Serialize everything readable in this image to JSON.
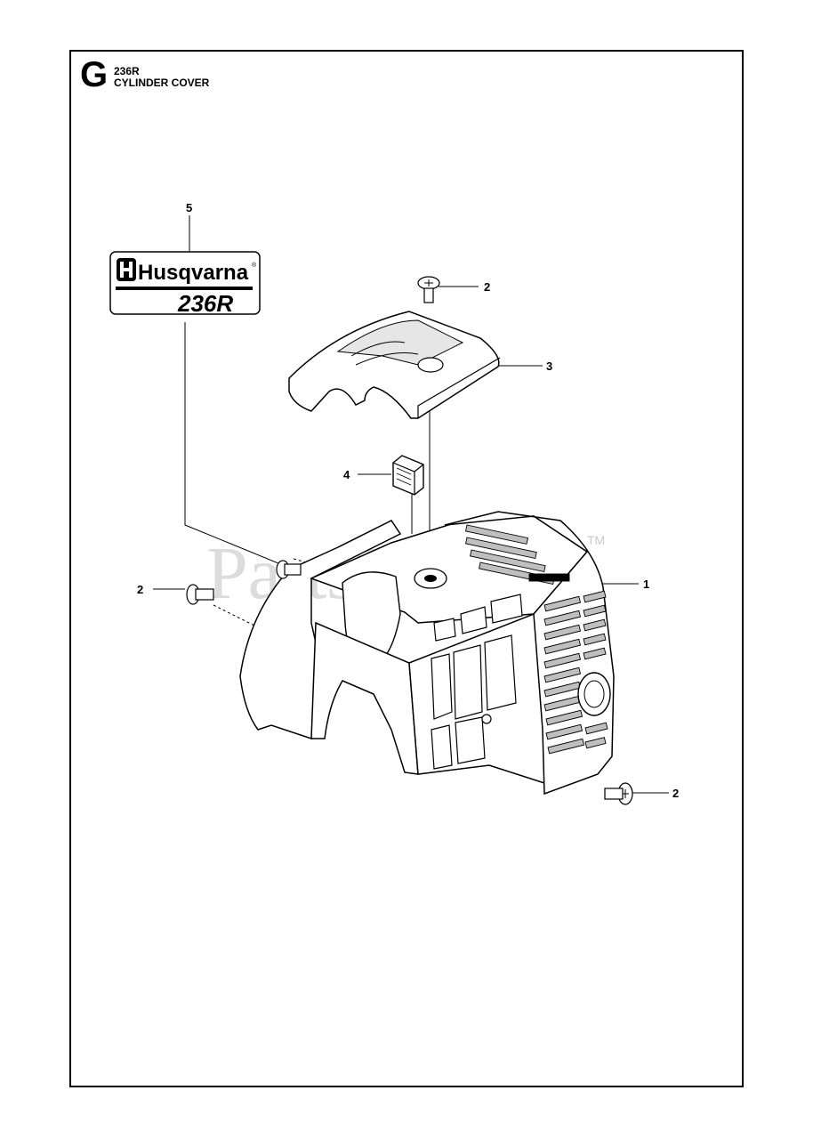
{
  "section": {
    "letter": "G",
    "model": "236R",
    "title": "CYLINDER COVER"
  },
  "decal": {
    "brand": "Husqvarna",
    "registered": "®",
    "model": "236R"
  },
  "watermark": {
    "text": "PartsTree",
    "tm": "TM"
  },
  "callouts": {
    "decal": "5",
    "screw_top": "2",
    "top_cover": "3",
    "filter": "4",
    "cylinder_cover": "1",
    "screw_left": "2",
    "screw_bottom": "2"
  },
  "colors": {
    "line": "#000000",
    "watermark": "#d9d9d9",
    "shade": "#bfbfbf"
  }
}
